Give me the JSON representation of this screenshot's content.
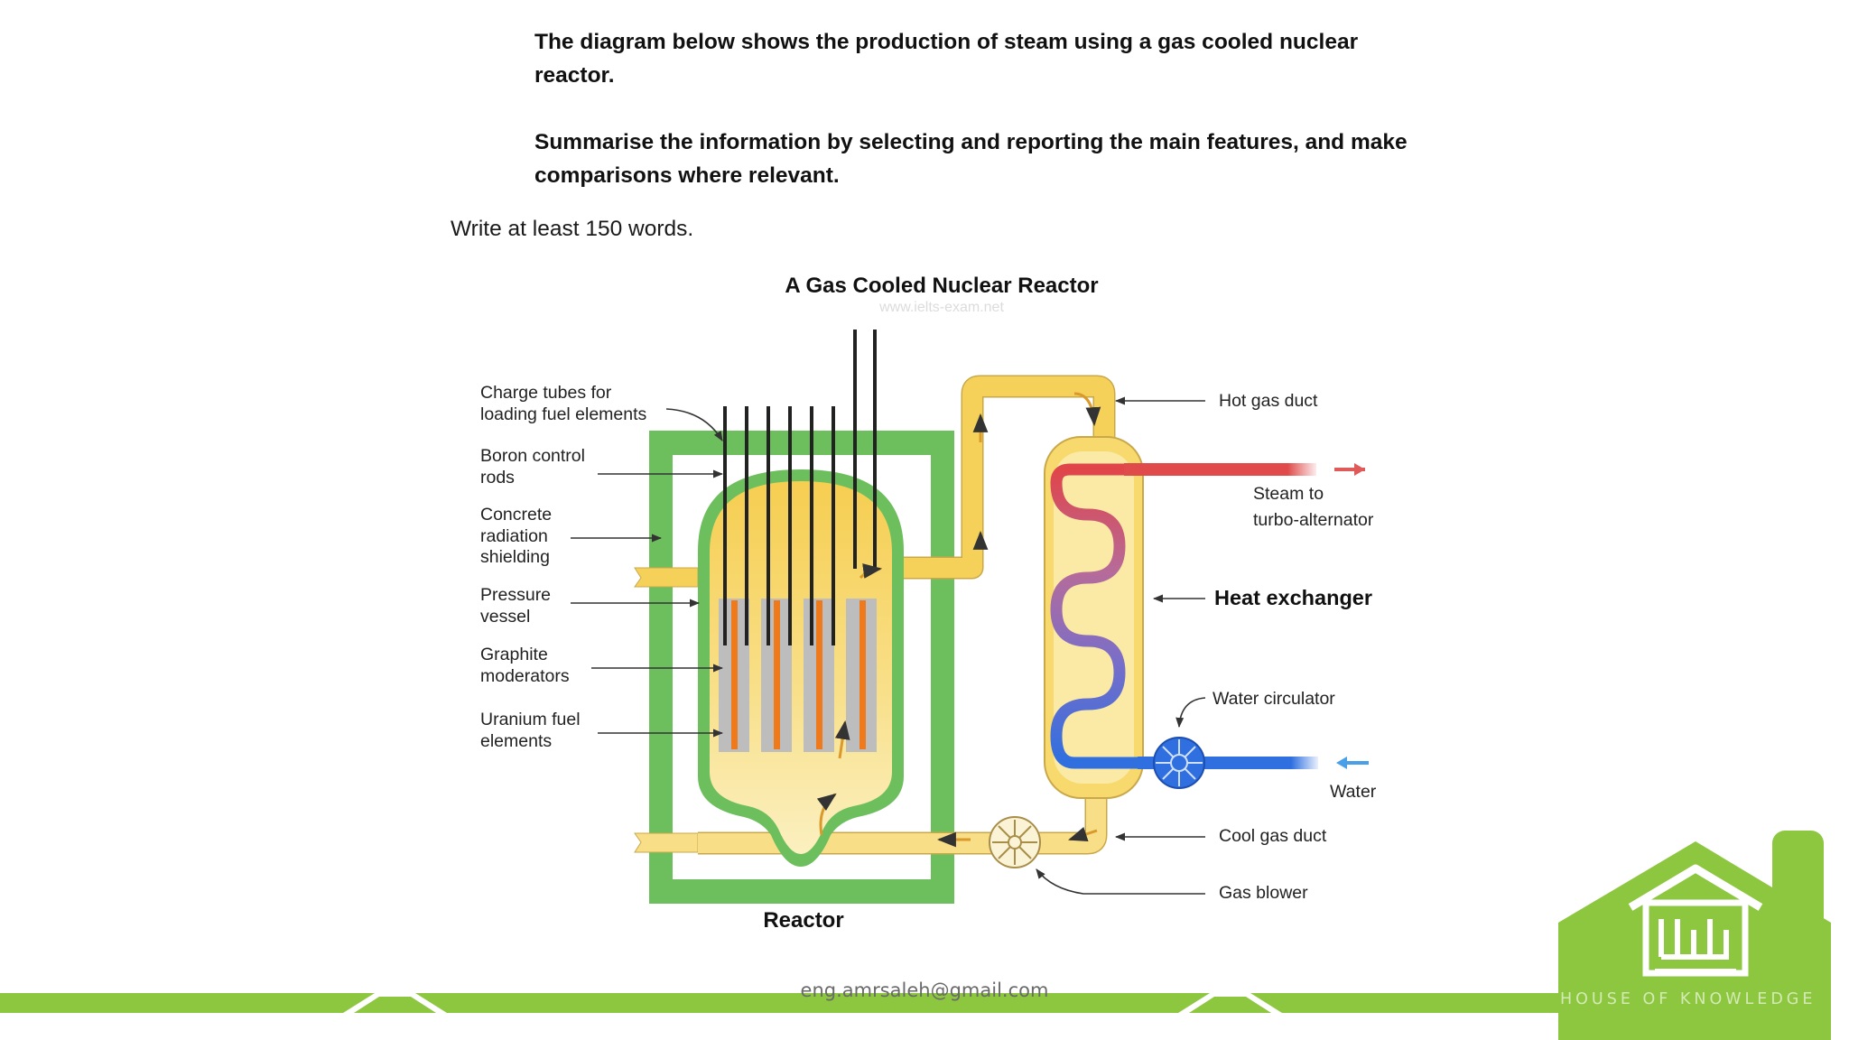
{
  "task": {
    "line1": "The diagram below shows the production of steam using a gas cooled nuclear",
    "line2": "reactor.",
    "line3": "Summarise the information by selecting and reporting the main features, and make",
    "line4": "comparisons where relevant.",
    "instruction": "Write at least 150 words."
  },
  "diagram": {
    "title": "A Gas Cooled Nuclear Reactor",
    "watermark": "www.ielts-exam.net",
    "labels": {
      "charge_tubes_1": "Charge tubes for",
      "charge_tubes_2": "loading fuel elements",
      "boron_1": "Boron control",
      "boron_2": "rods",
      "concrete_1": "Concrete",
      "concrete_2": "radiation",
      "concrete_3": "shielding",
      "pressure_1": "Pressure",
      "pressure_2": "vessel",
      "graphite_1": "Graphite",
      "graphite_2": "moderators",
      "uranium_1": "Uranium fuel",
      "uranium_2": "elements",
      "hot_gas_duct": "Hot gas duct",
      "steam_1": "Steam to",
      "steam_2": "turbo-alternator",
      "heat_exchanger": "Heat exchanger",
      "water_circulator": "Water circulator",
      "water": "Water",
      "cool_gas_duct": "Cool gas duct",
      "gas_blower": "Gas blower",
      "reactor": "Reactor"
    }
  },
  "footer": {
    "email": "eng.amrsaleh@gmail.com",
    "brand": "HOUSE OF KNOWLEDGE"
  },
  "colors": {
    "accent_green": "#8dc63f",
    "shield_green": "#6dbf5e",
    "gas_yellow": "#f6d15a",
    "steam_red": "#e04a4a",
    "water_blue": "#2f6fe0",
    "fuel_orange": "#ee7a1c"
  }
}
